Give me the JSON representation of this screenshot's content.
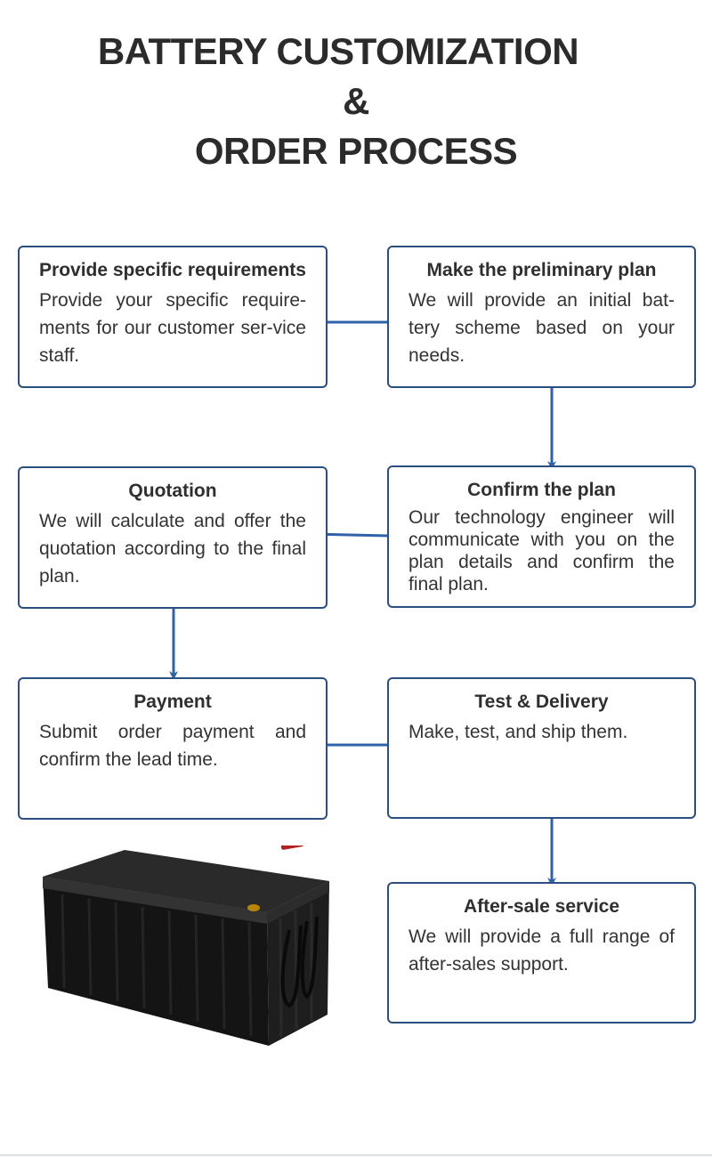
{
  "title": {
    "line1": "BATTERY CUSTOMIZATION",
    "line2": "&",
    "line3": "ORDER PROCESS"
  },
  "steps": [
    {
      "heading": "Provide specific requirements",
      "body": "Provide your specific require-ments for our customer ser-vice staff."
    },
    {
      "heading": "Make the preliminary plan",
      "body": "We will provide an initial bat-tery scheme based on your needs."
    },
    {
      "heading": "Quotation",
      "body": "We will calculate and offer the quotation according to the final plan."
    },
    {
      "heading": "Confirm the plan",
      "body": "Our technology engineer will communicate with you on the plan details and confirm the final plan."
    },
    {
      "heading": "Payment",
      "body": "Submit order payment and confirm the lead time."
    },
    {
      "heading": "Test & Delivery",
      "body": "Make, test, and ship them."
    },
    {
      "heading": "After-sale service",
      "body": "We will provide a full range of after-sales support."
    }
  ],
  "colors": {
    "box_border": "#2a4f80",
    "arrow": "#2f62a8",
    "title": "#2b2b2b"
  }
}
